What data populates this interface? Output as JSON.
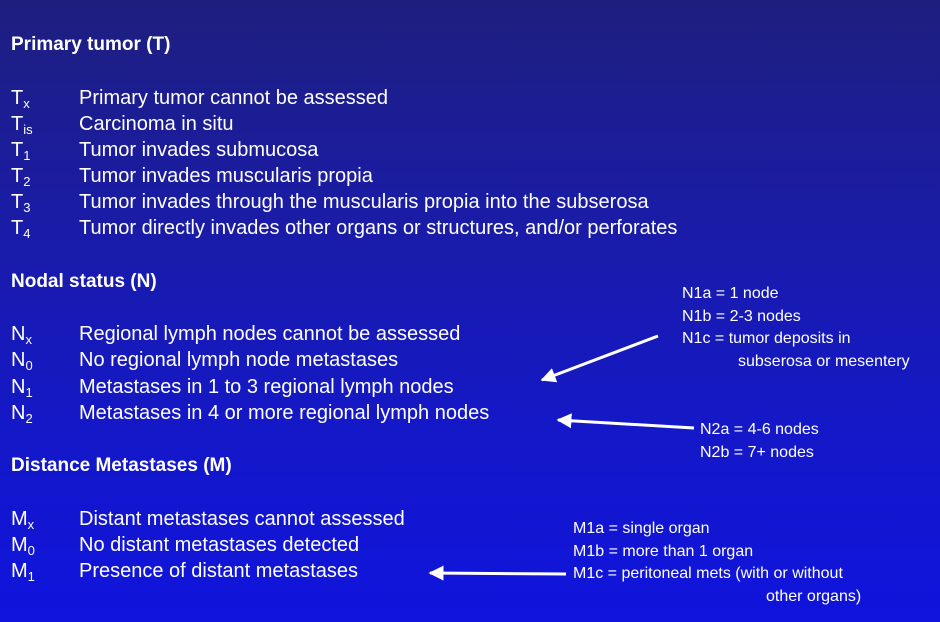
{
  "sections": {
    "t": {
      "heading": "Primary tumor (T)",
      "rows": [
        {
          "code_main": "T",
          "code_sub": "x",
          "desc": "Primary tumor cannot be assessed"
        },
        {
          "code_main": "T",
          "code_sub": "is",
          "desc": "Carcinoma in situ"
        },
        {
          "code_main": "T",
          "code_sub": "1",
          "desc": "Tumor invades submucosa"
        },
        {
          "code_main": "T",
          "code_sub": "2",
          "desc": "Tumor invades muscularis propia"
        },
        {
          "code_main": "T",
          "code_sub": "3",
          "desc": "Tumor invades through the muscularis propia into the subserosa"
        },
        {
          "code_main": "T",
          "code_sub": "4",
          "desc": "Tumor directly invades other organs or structures, and/or perforates"
        }
      ]
    },
    "n": {
      "heading": "Nodal status (N)",
      "rows": [
        {
          "code_main": "N",
          "code_sub": "x",
          "desc": "Regional lymph nodes cannot be assessed"
        },
        {
          "code_main": "N",
          "code_sub": "0",
          "desc": "No regional lymph node metastases"
        },
        {
          "code_main": "N",
          "code_sub": "1",
          "desc": "Metastases in 1 to 3 regional lymph nodes"
        },
        {
          "code_main": "N",
          "code_sub": "2",
          "desc": "Metastases in 4 or more regional lymph nodes"
        }
      ]
    },
    "m": {
      "heading": "Distance Metastases (M)",
      "rows": [
        {
          "code_main": "M",
          "code_sub": "x",
          "desc": "Distant metastases cannot assessed"
        },
        {
          "code_main": "M",
          "code_sub": "0",
          "desc": "No distant metastases detected"
        },
        {
          "code_main": "M",
          "code_sub": "1",
          "desc": "Presence of distant metastases"
        }
      ]
    }
  },
  "notes": {
    "n1": {
      "lines": [
        "N1a = 1 node",
        "N1b = 2-3 nodes",
        "N1c = tumor deposits in"
      ],
      "continuation": "subserosa or mesentery"
    },
    "n2": {
      "lines": [
        "N2a = 4-6 nodes",
        "N2b = 7+ nodes"
      ]
    },
    "m1": {
      "lines": [
        "M1a = single organ",
        "M1b = more than 1 organ",
        "M1c = peritoneal mets (with or without"
      ],
      "continuation": "other organs)"
    }
  }
}
